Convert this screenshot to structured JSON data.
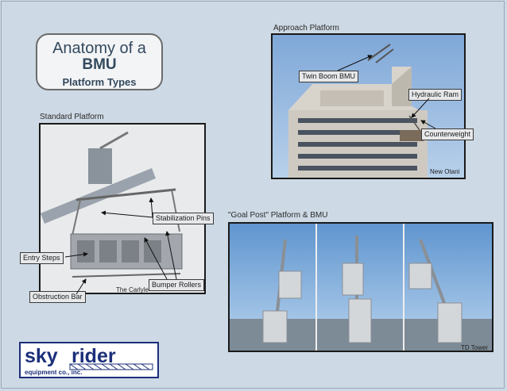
{
  "title": {
    "line1": "Anatomy of a",
    "line2": "BMU",
    "line3": "Platform Types"
  },
  "sections": {
    "approach": "Approach Platform",
    "standard": "Standard Platform",
    "goal_post": "\"Goal Post\" Platform & BMU"
  },
  "callouts": {
    "twin_boom": "Twin Boom BMU",
    "hydraulic_ram": "Hydraulic Ram",
    "counterweight": "Counterweight",
    "stabilization_pins": "Stabilization Pins",
    "entry_steps": "Entry Steps",
    "bumper_rollers": "Bumper Rollers",
    "obstruction_bar": "Obstruction Bar"
  },
  "credits": {
    "new_otani": "New Otani",
    "carlyle": "The Carlyle",
    "td_tower": "TD Tower"
  },
  "logo": {
    "word1": "sky",
    "word2": "rider",
    "tagline": "equipment co., inc."
  },
  "colors": {
    "background": "#cdd9e4",
    "title_text": "#33495e",
    "logo_blue": "#1b2f7a"
  }
}
